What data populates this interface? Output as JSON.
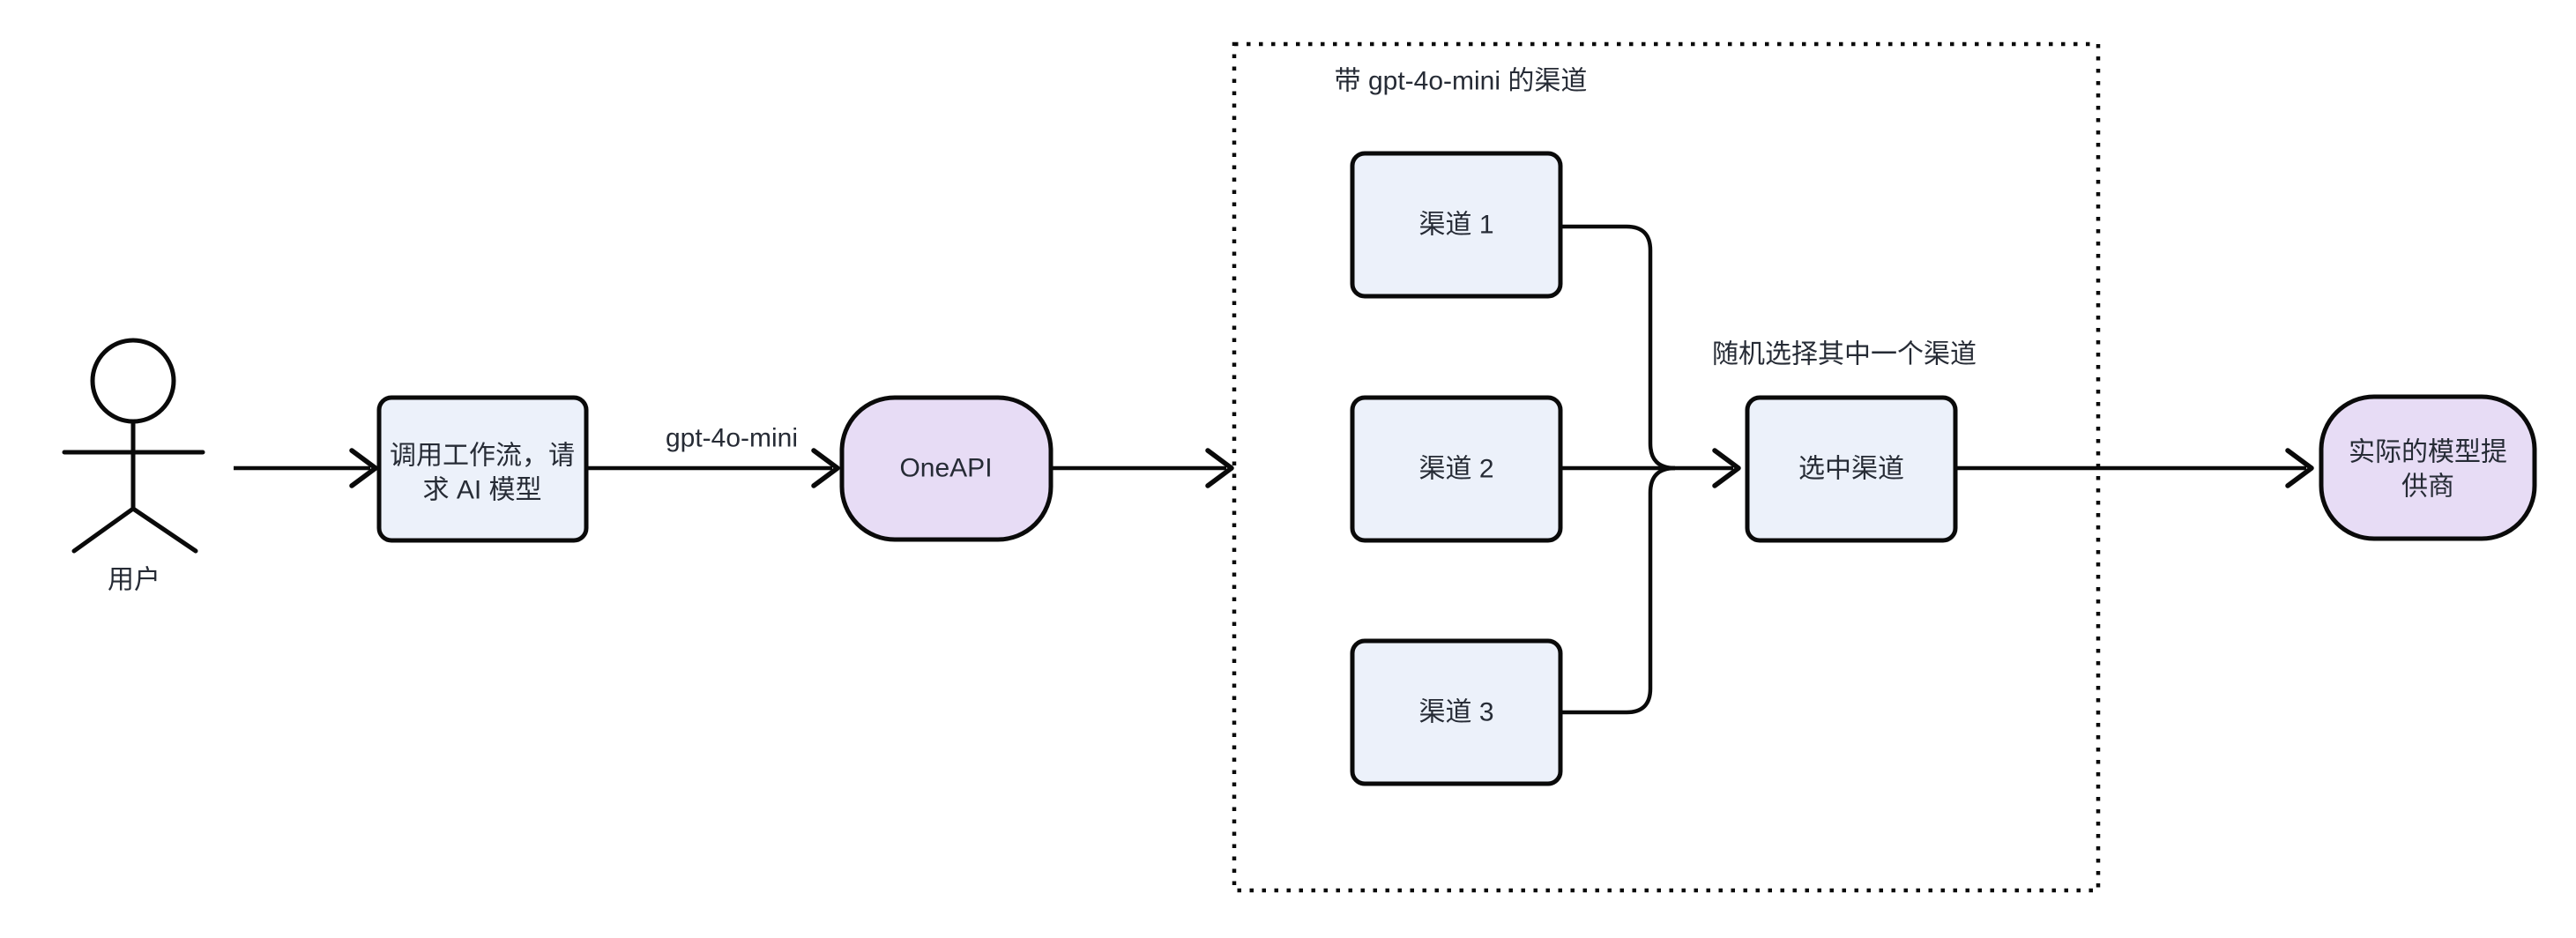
{
  "diagram": {
    "colors": {
      "background": "#ffffff",
      "stroke": "#0a0a0a",
      "text": "#262b35",
      "rect_fill": "#ecf1fa",
      "stadium_fill": "#e7dcf5"
    },
    "actor": {
      "label": "用户"
    },
    "nodes": {
      "workflow": {
        "line1": "调用工作流，请",
        "line2": "求 AI 模型"
      },
      "oneapi": {
        "label": "OneAPI"
      },
      "channel1": {
        "label": "渠道 1"
      },
      "channel2": {
        "label": "渠道 2"
      },
      "channel3": {
        "label": "渠道 3"
      },
      "selected": {
        "label": "选中渠道"
      },
      "provider": {
        "line1": "实际的模型提",
        "line2": "供商"
      }
    },
    "subgraph": {
      "title": "带 gpt-4o-mini 的渠道"
    },
    "edge_labels": {
      "model": "gpt-4o-mini",
      "random_pick": "随机选择其中一个渠道"
    }
  }
}
